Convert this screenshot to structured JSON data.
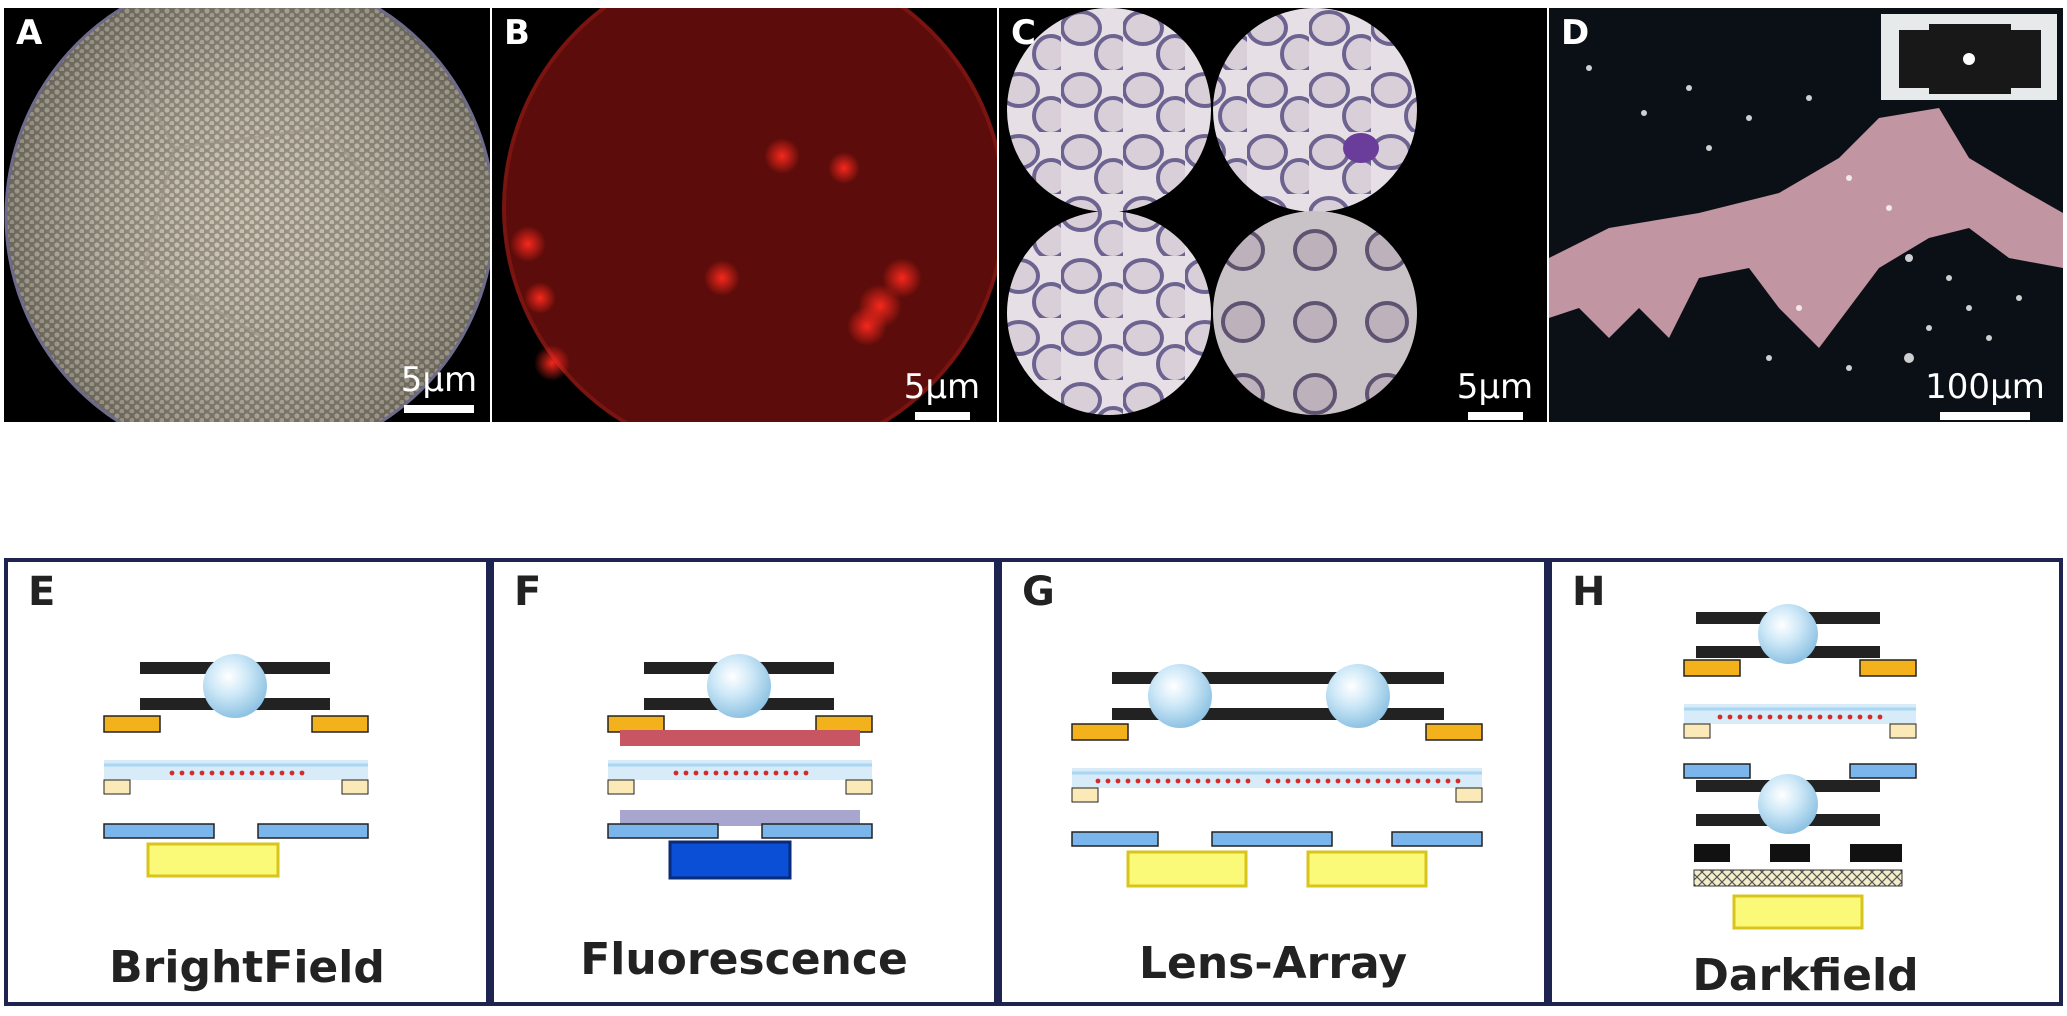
{
  "panels": {
    "a": {
      "letter": "A",
      "scale": "5µm"
    },
    "b": {
      "letter": "B",
      "scale": "5µm"
    },
    "c": {
      "letter": "C",
      "scale": "5µm"
    },
    "d": {
      "letter": "D",
      "scale": "100µm"
    },
    "e": {
      "letter": "E",
      "caption": "BrightField"
    },
    "f": {
      "letter": "F",
      "caption": "Fluorescence"
    },
    "g": {
      "letter": "G",
      "caption": "Lens-Array"
    },
    "h": {
      "letter": "H",
      "caption": "Darkfield"
    }
  },
  "colors": {
    "frame": "#1e2350",
    "holder": "#222222",
    "lens": "#bfe3f7",
    "amber": "#f3b21c",
    "slide": "#d7ecf8",
    "sample_dot": "#d42a2a",
    "spacer": "#fbe9b8",
    "blue_plate": "#7ab6ec",
    "led": "#fbf978",
    "led_border": "#d8c51b",
    "excitation": "#0b4fd6",
    "emission_filter": "#c75562",
    "violet_filter": "#a8a5cf",
    "fluor_red": "#6a0f0d",
    "blood_bg": "#e8e2e6",
    "darkfield_sample": "#f2bfd0"
  }
}
